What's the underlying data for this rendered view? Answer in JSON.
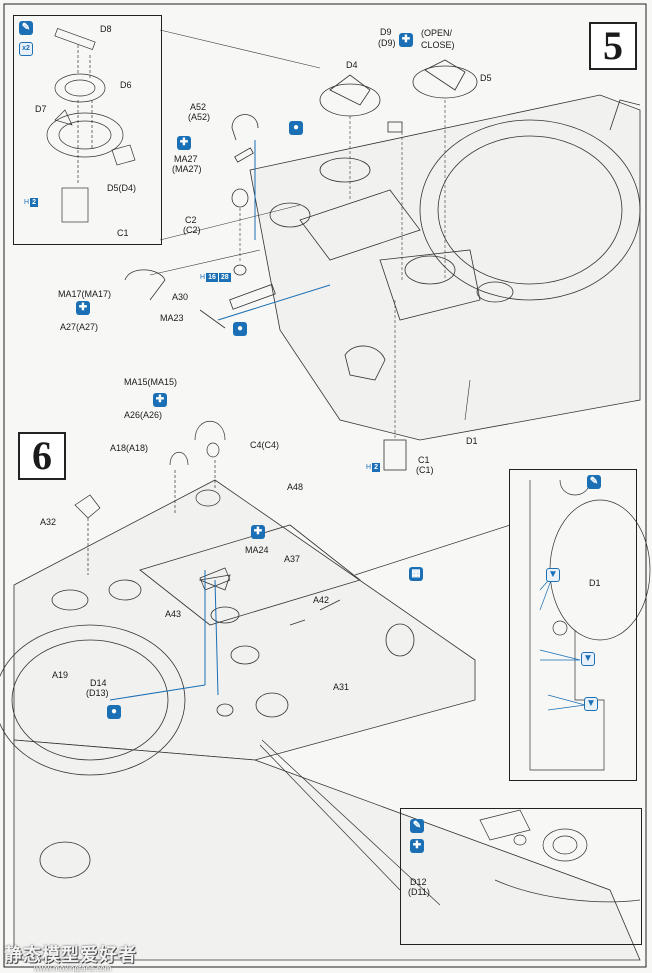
{
  "steps": {
    "step5": "5",
    "step6": "6"
  },
  "labels": {
    "d8": "D8",
    "d6": "D6",
    "d7": "D7",
    "d5d4": "D5(D4)",
    "c1_inset": "C1",
    "d9": "D9",
    "d9b": "(D9)",
    "open": "(OPEN/",
    "close": "CLOSE)",
    "d4": "D4",
    "d5": "D5",
    "a52": "A52",
    "a52b": "(A52)",
    "ma27": "MA27",
    "ma27b": "(MA27)",
    "c2": "C2",
    "c2b": "(C2)",
    "a30": "A30",
    "ma23": "MA23",
    "ma17": "MA17(MA17)",
    "a27": "A27(A27)",
    "c1": "C1",
    "c1b": "(C1)",
    "d1": "D1",
    "ma15": "MA15(MA15)",
    "a26": "A26(A26)",
    "a18": "A18(A18)",
    "c4": "C4(C4)",
    "a48": "A48",
    "a32": "A32",
    "ma24": "MA24",
    "a37": "A37",
    "a43": "A43",
    "a42": "A42",
    "a19": "A19",
    "d14": "D14",
    "d14b": "(D13)",
    "a31": "A31",
    "d1_inset": "D1",
    "d12": "D12",
    "d12b": "(D11)"
  },
  "refs": {
    "h2_a": "H",
    "h2_a_num": "2",
    "h16": "H",
    "h16_num": "16",
    "h16_num2": "28",
    "h2_b": "H",
    "h2_b_num": "2",
    "x2": "x2"
  },
  "watermark": {
    "text": "静态模型爱好者",
    "url": "www.moxingfans.com"
  },
  "icons": {
    "paint": "paint-brush-icon",
    "glue": "glue-drop-icon",
    "option": "option-icon",
    "drill": "drill-icon",
    "pe": "photo-etch-icon"
  }
}
